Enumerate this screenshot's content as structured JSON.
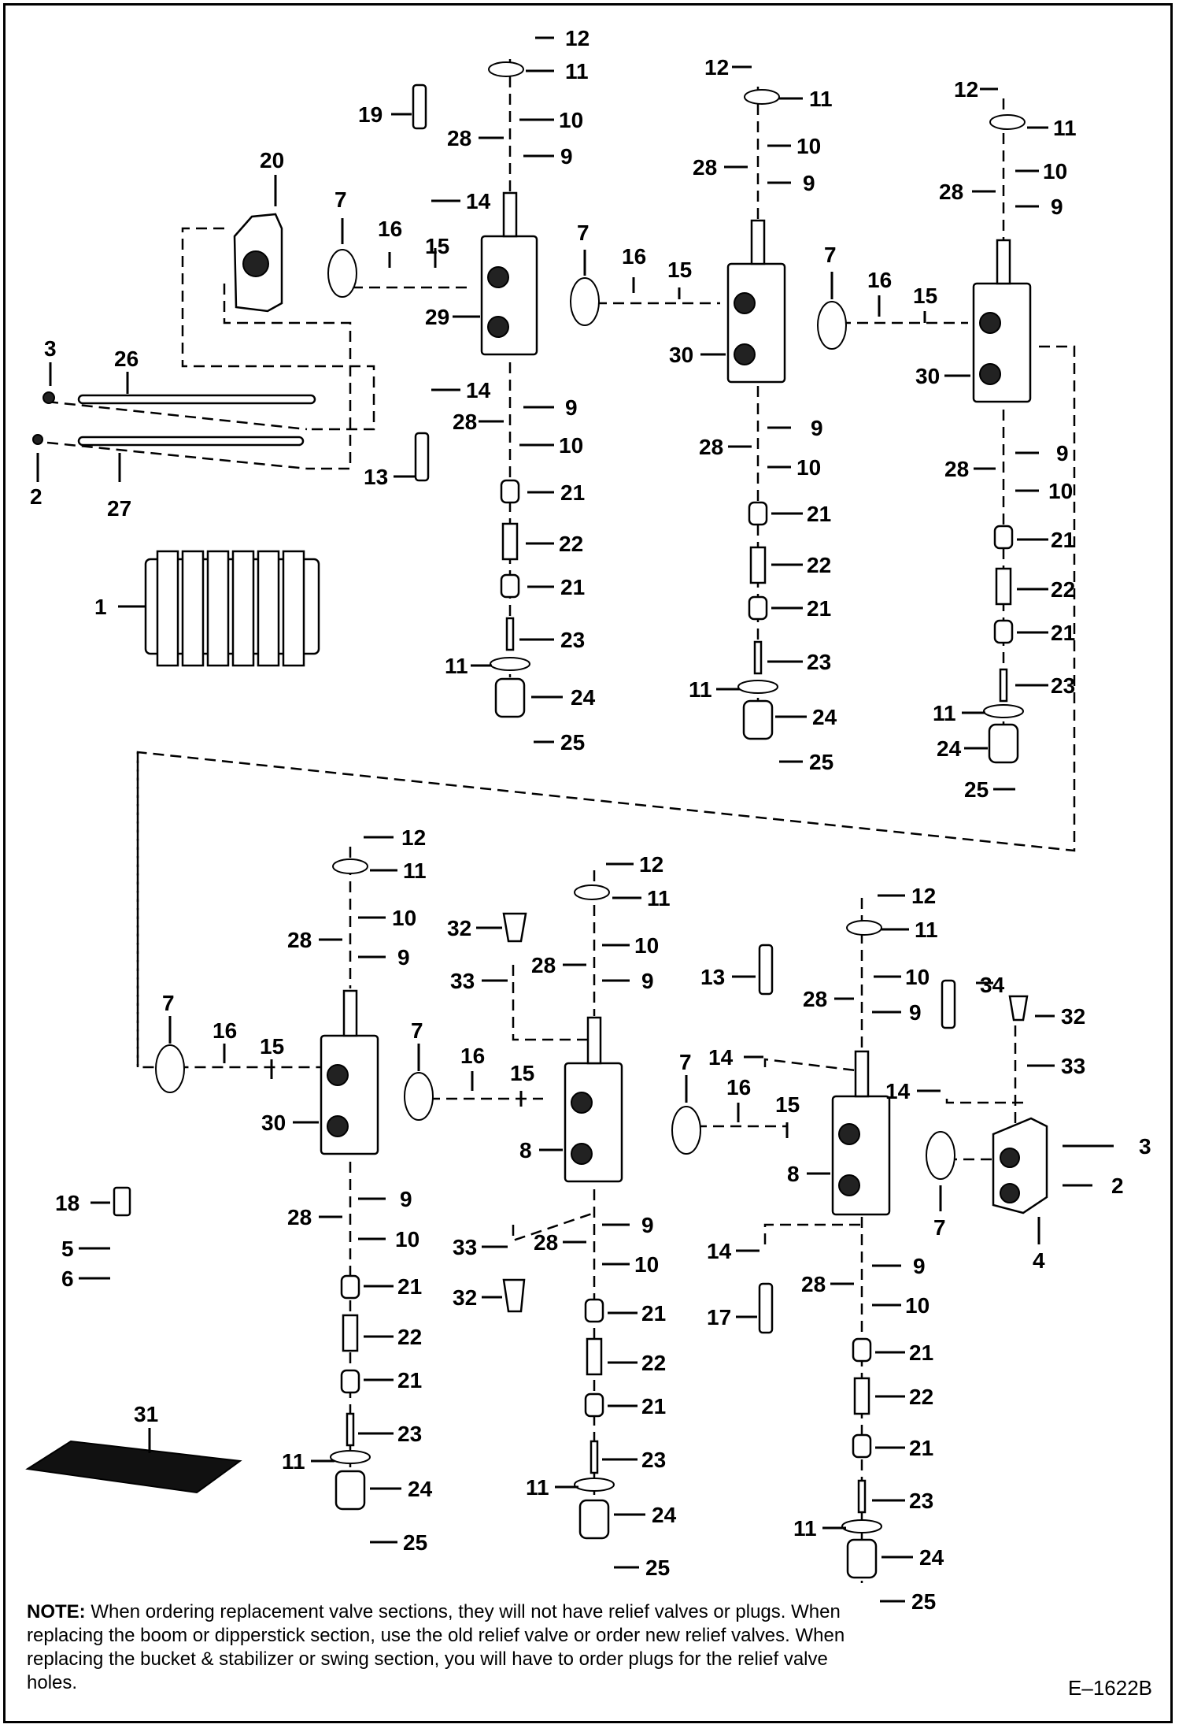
{
  "note": {
    "label": "NOTE:",
    "text": "When ordering replacement valve sections, they will not have relief valves or plugs.  When replacing the boom or  dipperstick section, use the old relief valve or order new relief valves.  When replacing the bucket & stabilizer or swing section, you will have to order plugs for the relief valve holes."
  },
  "doc_code": "E–1622B",
  "callouts": [
    {
      "id": "c-12-a",
      "text": "12"
    },
    {
      "id": "c-11-a",
      "text": "11"
    },
    {
      "id": "c-19",
      "text": "19"
    },
    {
      "id": "c-10-a",
      "text": "10"
    },
    {
      "id": "c-28-a",
      "text": "28"
    },
    {
      "id": "c-9-a",
      "text": "9"
    },
    {
      "id": "c-20",
      "text": "20"
    },
    {
      "id": "c-7-a",
      "text": "7"
    },
    {
      "id": "c-14-a",
      "text": "14"
    },
    {
      "id": "c-16-a",
      "text": "16"
    },
    {
      "id": "c-15-a",
      "text": "15"
    },
    {
      "id": "c-29",
      "text": "29"
    },
    {
      "id": "c-3-a",
      "text": "3"
    },
    {
      "id": "c-26",
      "text": "26"
    },
    {
      "id": "c-14-b",
      "text": "14"
    },
    {
      "id": "c-28-b",
      "text": "28"
    },
    {
      "id": "c-9-b",
      "text": "9"
    },
    {
      "id": "c-10-b",
      "text": "10"
    },
    {
      "id": "c-13-a",
      "text": "13"
    },
    {
      "id": "c-2-a",
      "text": "2"
    },
    {
      "id": "c-27",
      "text": "27"
    },
    {
      "id": "c-21-a",
      "text": "21"
    },
    {
      "id": "c-22-a",
      "text": "22"
    },
    {
      "id": "c-21-b",
      "text": "21"
    },
    {
      "id": "c-1",
      "text": "1"
    },
    {
      "id": "c-23-a",
      "text": "23"
    },
    {
      "id": "c-11-b",
      "text": "11"
    },
    {
      "id": "c-24-a",
      "text": "24"
    },
    {
      "id": "c-25-a",
      "text": "25"
    },
    {
      "id": "c-12-b",
      "text": "12"
    },
    {
      "id": "c-11-c",
      "text": "11"
    },
    {
      "id": "c-10-c",
      "text": "10"
    },
    {
      "id": "c-28-c",
      "text": "28"
    },
    {
      "id": "c-9-c",
      "text": "9"
    },
    {
      "id": "c-7-b",
      "text": "7"
    },
    {
      "id": "c-16-b",
      "text": "16"
    },
    {
      "id": "c-15-b",
      "text": "15"
    },
    {
      "id": "c-30-a",
      "text": "30"
    },
    {
      "id": "c-9-d",
      "text": "9"
    },
    {
      "id": "c-28-d",
      "text": "28"
    },
    {
      "id": "c-10-d",
      "text": "10"
    },
    {
      "id": "c-21-c",
      "text": "21"
    },
    {
      "id": "c-22-b",
      "text": "22"
    },
    {
      "id": "c-21-d",
      "text": "21"
    },
    {
      "id": "c-23-b",
      "text": "23"
    },
    {
      "id": "c-11-d",
      "text": "11"
    },
    {
      "id": "c-24-b",
      "text": "24"
    },
    {
      "id": "c-25-b",
      "text": "25"
    },
    {
      "id": "c-12-c",
      "text": "12"
    },
    {
      "id": "c-11-e",
      "text": "11"
    },
    {
      "id": "c-10-e",
      "text": "10"
    },
    {
      "id": "c-28-e",
      "text": "28"
    },
    {
      "id": "c-9-e",
      "text": "9"
    },
    {
      "id": "c-7-c",
      "text": "7"
    },
    {
      "id": "c-16-c",
      "text": "16"
    },
    {
      "id": "c-15-c",
      "text": "15"
    },
    {
      "id": "c-30-b",
      "text": "30"
    },
    {
      "id": "c-9-f",
      "text": "9"
    },
    {
      "id": "c-28-f",
      "text": "28"
    },
    {
      "id": "c-10-f",
      "text": "10"
    },
    {
      "id": "c-21-e",
      "text": "21"
    },
    {
      "id": "c-22-c",
      "text": "22"
    },
    {
      "id": "c-21-f",
      "text": "21"
    },
    {
      "id": "c-23-c",
      "text": "23"
    },
    {
      "id": "c-11-f",
      "text": "11"
    },
    {
      "id": "c-24-c",
      "text": "24"
    },
    {
      "id": "c-25-c",
      "text": "25"
    },
    {
      "id": "c-12-d",
      "text": "12"
    },
    {
      "id": "c-11-g",
      "text": "11"
    },
    {
      "id": "c-10-g",
      "text": "10"
    },
    {
      "id": "c-28-g",
      "text": "28"
    },
    {
      "id": "c-9-g",
      "text": "9"
    },
    {
      "id": "c-7-d",
      "text": "7"
    },
    {
      "id": "c-16-d",
      "text": "16"
    },
    {
      "id": "c-15-d",
      "text": "15"
    },
    {
      "id": "c-30-c",
      "text": "30"
    },
    {
      "id": "c-9-h",
      "text": "9"
    },
    {
      "id": "c-28-h",
      "text": "28"
    },
    {
      "id": "c-10-h",
      "text": "10"
    },
    {
      "id": "c-21-g",
      "text": "21"
    },
    {
      "id": "c-22-d",
      "text": "22"
    },
    {
      "id": "c-21-h",
      "text": "21"
    },
    {
      "id": "c-23-d",
      "text": "23"
    },
    {
      "id": "c-11-h",
      "text": "11"
    },
    {
      "id": "c-24-d",
      "text": "24"
    },
    {
      "id": "c-25-d",
      "text": "25"
    },
    {
      "id": "c-18",
      "text": "18"
    },
    {
      "id": "c-5",
      "text": "5"
    },
    {
      "id": "c-6",
      "text": "6"
    },
    {
      "id": "c-31",
      "text": "31"
    },
    {
      "id": "c-12-e",
      "text": "12"
    },
    {
      "id": "c-11-i",
      "text": "11"
    },
    {
      "id": "c-32-a",
      "text": "32"
    },
    {
      "id": "c-10-i",
      "text": "10"
    },
    {
      "id": "c-28-i",
      "text": "28"
    },
    {
      "id": "c-33-a",
      "text": "33"
    },
    {
      "id": "c-9-i",
      "text": "9"
    },
    {
      "id": "c-7-e",
      "text": "7"
    },
    {
      "id": "c-16-e",
      "text": "16"
    },
    {
      "id": "c-15-e",
      "text": "15"
    },
    {
      "id": "c-8-a",
      "text": "8"
    },
    {
      "id": "c-9-j",
      "text": "9"
    },
    {
      "id": "c-33-b",
      "text": "33"
    },
    {
      "id": "c-28-j",
      "text": "28"
    },
    {
      "id": "c-10-j",
      "text": "10"
    },
    {
      "id": "c-32-b",
      "text": "32"
    },
    {
      "id": "c-21-i",
      "text": "21"
    },
    {
      "id": "c-22-e",
      "text": "22"
    },
    {
      "id": "c-21-j",
      "text": "21"
    },
    {
      "id": "c-23-e",
      "text": "23"
    },
    {
      "id": "c-11-j",
      "text": "11"
    },
    {
      "id": "c-24-e",
      "text": "24"
    },
    {
      "id": "c-25-e",
      "text": "25"
    },
    {
      "id": "c-12-f",
      "text": "12"
    },
    {
      "id": "c-11-k",
      "text": "11"
    },
    {
      "id": "c-13-b",
      "text": "13"
    },
    {
      "id": "c-10-k",
      "text": "10"
    },
    {
      "id": "c-34",
      "text": "34"
    },
    {
      "id": "c-28-k",
      "text": "28"
    },
    {
      "id": "c-9-k",
      "text": "9"
    },
    {
      "id": "c-32-c",
      "text": "32"
    },
    {
      "id": "c-7-f",
      "text": "7"
    },
    {
      "id": "c-14-c",
      "text": "14"
    },
    {
      "id": "c-33-c",
      "text": "33"
    },
    {
      "id": "c-16-f",
      "text": "16"
    },
    {
      "id": "c-15-f",
      "text": "15"
    },
    {
      "id": "c-14-d",
      "text": "14"
    },
    {
      "id": "c-3-b",
      "text": "3"
    },
    {
      "id": "c-8-b",
      "text": "8"
    },
    {
      "id": "c-2-b",
      "text": "2"
    },
    {
      "id": "c-7-g",
      "text": "7"
    },
    {
      "id": "c-4",
      "text": "4"
    },
    {
      "id": "c-14-e",
      "text": "14"
    },
    {
      "id": "c-9-l",
      "text": "9"
    },
    {
      "id": "c-28-l",
      "text": "28"
    },
    {
      "id": "c-10-l",
      "text": "10"
    },
    {
      "id": "c-17",
      "text": "17"
    },
    {
      "id": "c-21-k",
      "text": "21"
    },
    {
      "id": "c-22-f",
      "text": "22"
    },
    {
      "id": "c-21-l",
      "text": "21"
    },
    {
      "id": "c-23-f",
      "text": "23"
    },
    {
      "id": "c-11-l",
      "text": "11"
    },
    {
      "id": "c-24-f",
      "text": "24"
    },
    {
      "id": "c-25-f",
      "text": "25"
    }
  ]
}
